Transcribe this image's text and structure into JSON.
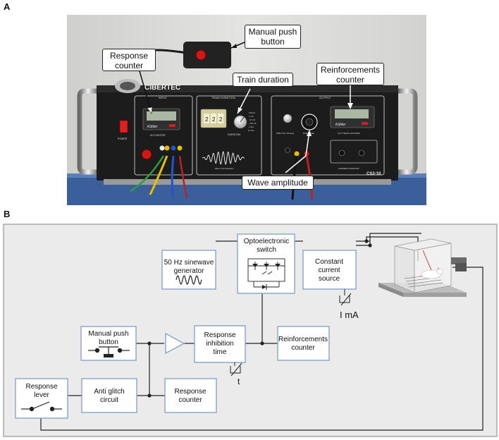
{
  "panel_a": {
    "label": "A",
    "device_brand": "CIBERTEC",
    "device_model": "CS2-10",
    "counter_brand": "Kübler",
    "front_panel": {
      "input": "INPUT",
      "train_duration": "TRAIN DURATION",
      "output": "OUTPUT",
      "power": "POWER",
      "duration": "DURATION",
      "in_counter": "IN COUNTER",
      "out_counter": "OUT TRAIN COUNTER",
      "pcb_full_scale": "PCB FULL SCALE",
      "pcb_level": "PCB LEVEL",
      "current_monitor": "CURRENT MONITOR",
      "train_duration_sub": "50Hz Train Duration",
      "thumbwheel_digits": [
        "2",
        "2",
        "2"
      ],
      "duration_options": [
        "100 µS",
        "1 mS",
        "10 mS",
        "100 mS",
        "1 Sec",
        "10 Sec"
      ]
    },
    "callouts": {
      "manual_push_button": "Manual push button",
      "response_counter": "Response counter",
      "train_duration": "Train duration",
      "reinforcements_counter": "Reinforcements counter",
      "wave_amplitude": "Wave amplitude"
    }
  },
  "panel_b": {
    "label": "B",
    "blocks": {
      "sinewave_generator": "50 Hz sinewave generator",
      "optoelectronic_switch": "Optoelectronic switch",
      "constant_current_source": "Constant current source",
      "manual_push_button": "Manual push button",
      "response_inhibition_time": "Response inhibition time",
      "reinforcements_counter": "Reinforcements counter",
      "response_lever": "Response lever",
      "anti_glitch_circuit": "Anti glitch circuit",
      "response_counter": "Response counter"
    },
    "current_label": "I mA",
    "time_label": "t"
  },
  "colors": {
    "block_border": "#8aa4c8",
    "diagram_background": "#ebebeb",
    "device_face": "#1c1c1c",
    "lcd": "#a9b8a2"
  }
}
